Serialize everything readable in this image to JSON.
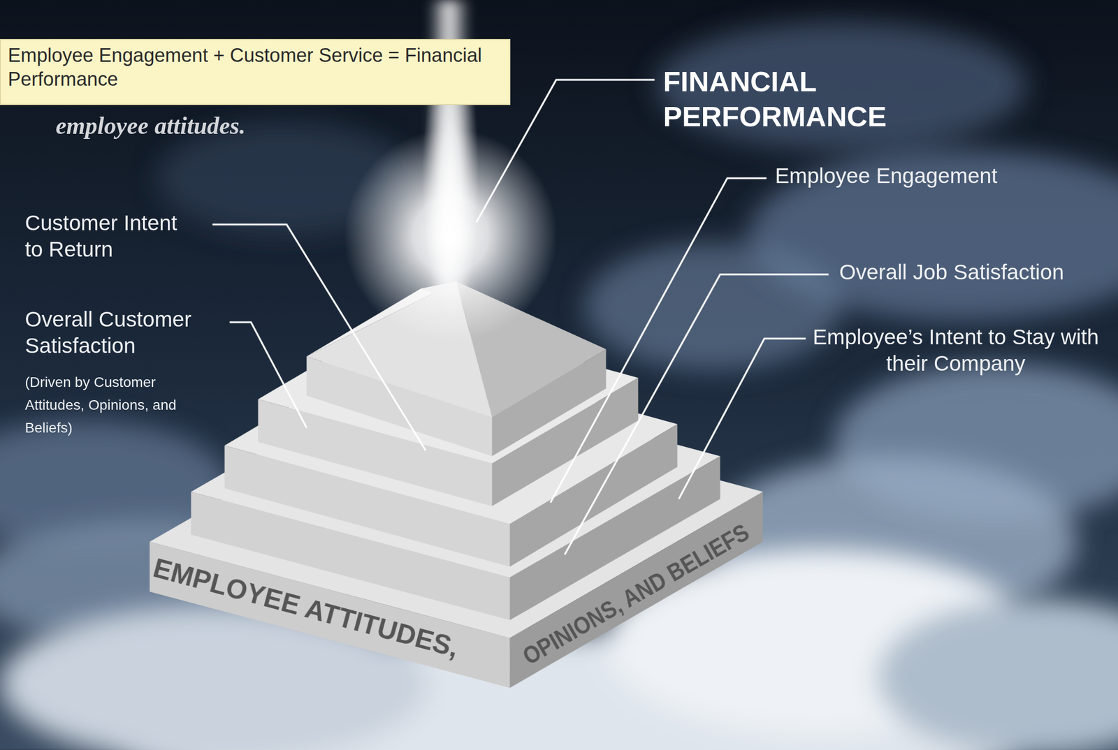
{
  "diagram": {
    "nodes": [
      {
        "text": [
          "Employee Engagement + Customer Service = Financial Performance"
        ]
      }
    ],
    "labels": [
      "employee attitudes.",
      "FINANCIAL PERFORMANCE",
      "Employee Engagement",
      "Customer Intent to Return",
      "Overall Job Satisfaction",
      "Overall Customer Satisfaction",
      "Employee’s Intent to Stay with their Company",
      "(Driven by Customer Attitudes, Opinions, and Beliefs)",
      "EMPLOYEE ATTITUDES,",
      "OPINIONS, AND BELIEFS"
    ]
  }
}
